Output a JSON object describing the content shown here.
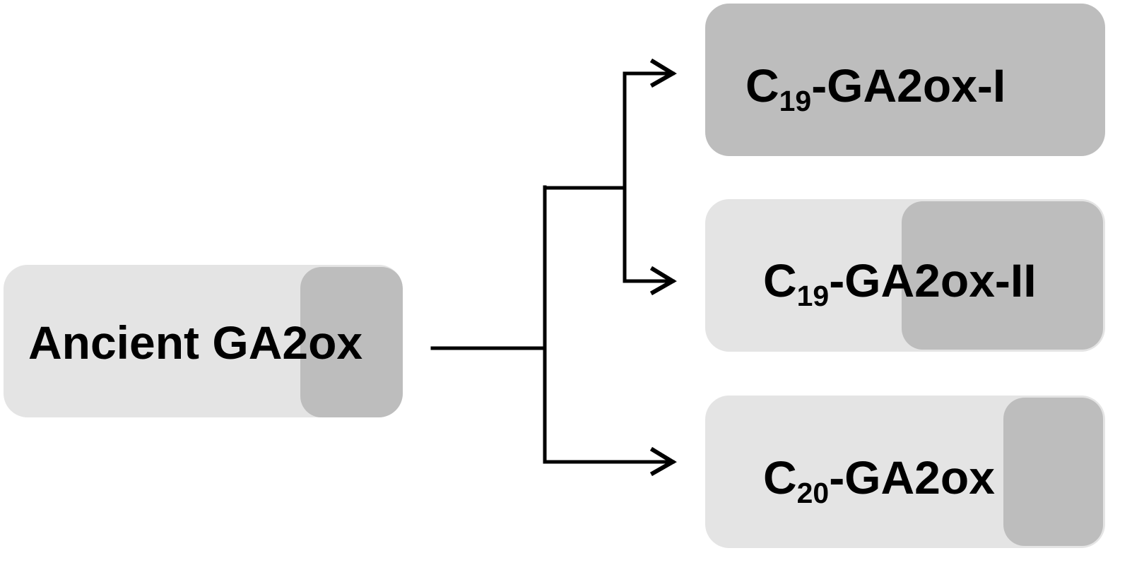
{
  "colors": {
    "light_fill": "#e4e4e4",
    "dark_fill": "#bdbdbd",
    "line": "#000000",
    "text": "#000000"
  },
  "nodes": {
    "ancient": {
      "text": "Ancient GA2ox"
    },
    "c19_i": {
      "prefix": "C",
      "sub": "19",
      "suffix": "-GA2ox-I"
    },
    "c19_ii": {
      "prefix": "C",
      "sub": "19",
      "suffix": "-GA2ox-II"
    },
    "c20": {
      "prefix": "C",
      "sub": "20",
      "suffix": "-GA2ox"
    }
  }
}
